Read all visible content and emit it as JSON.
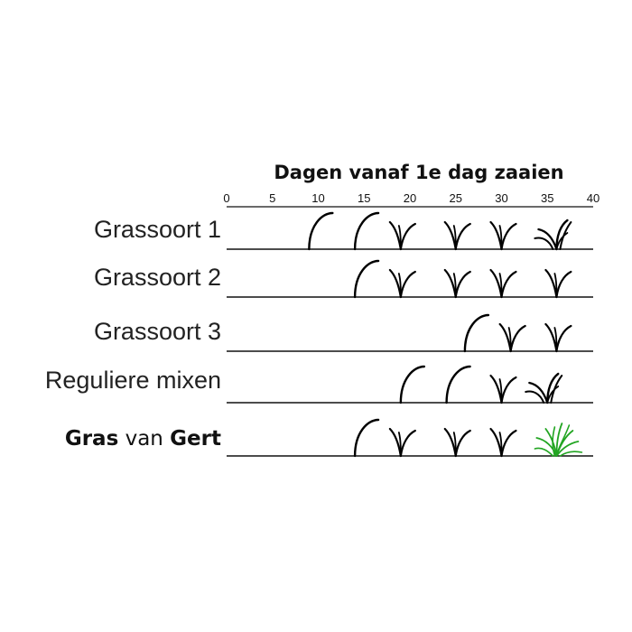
{
  "chart_data": {
    "type": "timeline",
    "title": "Dagen vanaf 1e dag zaaien",
    "xlim": [
      0,
      40
    ],
    "x_ticks": [
      0,
      5,
      10,
      15,
      20,
      25,
      30,
      35,
      40
    ],
    "rows": [
      {
        "label": "Grassoort 1",
        "label_parts": [
          {
            "text": "Grassoort 1",
            "bold": false
          }
        ],
        "growth_stages": [
          {
            "day": 9,
            "stage": 1
          },
          {
            "day": 14,
            "stage": 1
          },
          {
            "day": 19,
            "stage": 2
          },
          {
            "day": 25,
            "stage": 2
          },
          {
            "day": 30,
            "stage": 2
          },
          {
            "day": 36,
            "stage": 3
          }
        ],
        "highlight": false
      },
      {
        "label": "Grassoort 2",
        "label_parts": [
          {
            "text": "Grassoort 2",
            "bold": false
          }
        ],
        "growth_stages": [
          {
            "day": 14,
            "stage": 1
          },
          {
            "day": 19,
            "stage": 2
          },
          {
            "day": 25,
            "stage": 2
          },
          {
            "day": 30,
            "stage": 2
          },
          {
            "day": 36,
            "stage": 2
          }
        ],
        "highlight": false
      },
      {
        "label": "Grassoort 3",
        "label_parts": [
          {
            "text": "Grassoort 3",
            "bold": false
          }
        ],
        "growth_stages": [
          {
            "day": 26,
            "stage": 1
          },
          {
            "day": 31,
            "stage": 2
          },
          {
            "day": 36,
            "stage": 2
          }
        ],
        "highlight": false
      },
      {
        "label": "Reguliere mixen",
        "label_parts": [
          {
            "text": "Reguliere mixen",
            "bold": false
          }
        ],
        "growth_stages": [
          {
            "day": 19,
            "stage": 1
          },
          {
            "day": 24,
            "stage": 1
          },
          {
            "day": 30,
            "stage": 2
          },
          {
            "day": 35,
            "stage": 3
          }
        ],
        "highlight": false
      },
      {
        "label": "Gras van Gert",
        "label_parts": [
          {
            "text": "Gras",
            "bold": true
          },
          {
            "text": " van ",
            "bold": false
          },
          {
            "text": "Gert",
            "bold": true
          }
        ],
        "growth_stages": [
          {
            "day": 14,
            "stage": 1
          },
          {
            "day": 19,
            "stage": 2
          },
          {
            "day": 25,
            "stage": 2
          },
          {
            "day": 30,
            "stage": 2
          },
          {
            "day": 36,
            "stage": 4
          }
        ],
        "highlight": true,
        "highlight_color": "#22a522"
      }
    ]
  }
}
